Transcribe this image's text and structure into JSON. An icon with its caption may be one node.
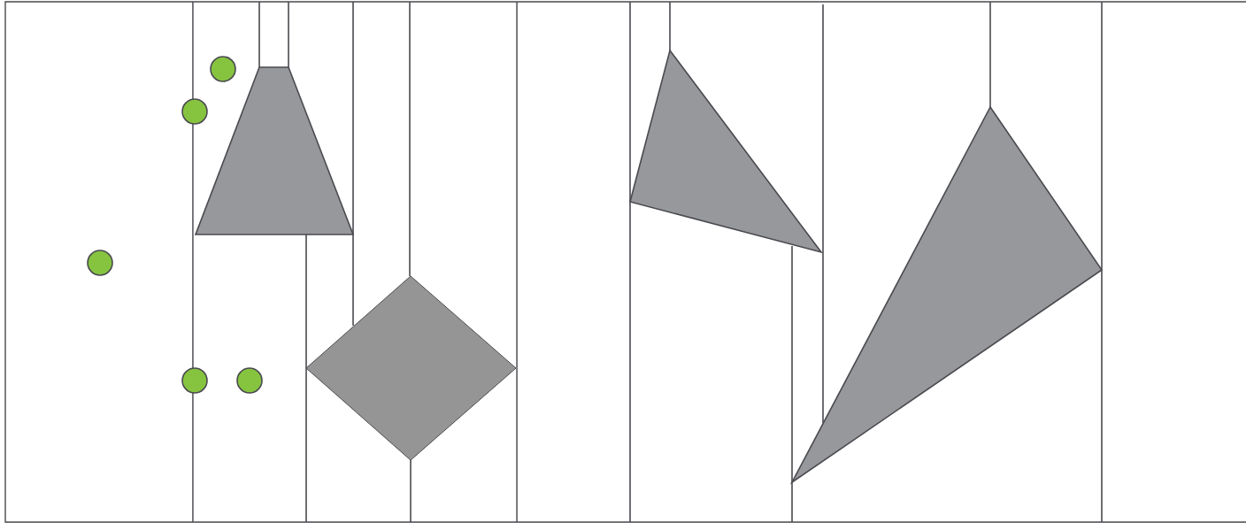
{
  "diagram": {
    "nodes": [
      {
        "text": [],
        "shape": "circle"
      },
      {
        "text": [],
        "shape": "circle"
      },
      {
        "text": [],
        "shape": "circle"
      },
      {
        "text": [],
        "shape": "circle"
      },
      {
        "text": [],
        "shape": "circle"
      },
      {
        "text": [],
        "shape": "trapezoid"
      },
      {
        "text": [],
        "shape": "diamond"
      },
      {
        "text": [],
        "shape": "triangle"
      },
      {
        "text": [],
        "shape": "triangle"
      }
    ]
  }
}
